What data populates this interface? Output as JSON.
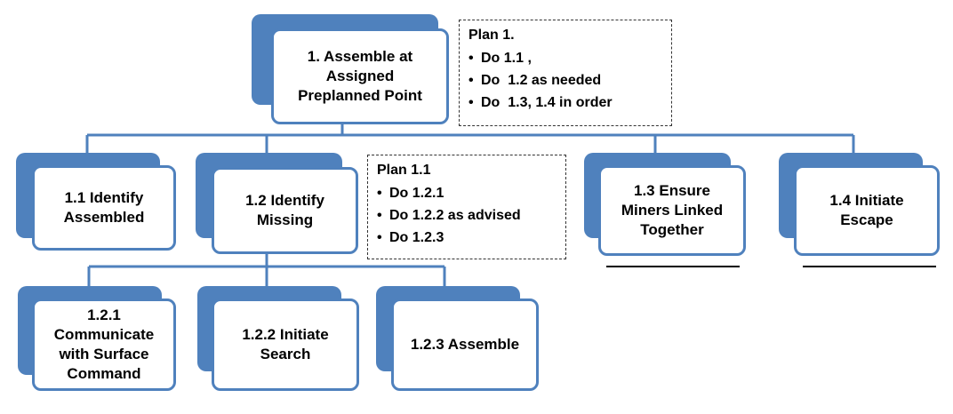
{
  "colors": {
    "box_border": "#4f81bd",
    "shadow": "#4f81bd",
    "connector": "#4f81bd"
  },
  "nodes": {
    "root": "1. Assemble at\nAssigned\nPreplanned Point",
    "n1_1": "1.1 Identify\nAssembled",
    "n1_2": "1.2 Identify\nMissing",
    "n1_3": "1.3 Ensure\nMiners Linked\nTogether",
    "n1_4": "1.4 Initiate\nEscape",
    "n1_2_1": "1.2.1\nCommunicate\nwith Surface\nCommand",
    "n1_2_2": "1.2.2 Initiate\nSearch",
    "n1_2_3": "1.2.3 Assemble"
  },
  "plans": {
    "plan1": {
      "title": "Plan 1.",
      "items": [
        "Do 1.1 ,",
        "Do  1.2 as needed",
        "Do  1.3, 1.4 in order"
      ]
    },
    "plan1_1": {
      "title": "Plan 1.1",
      "items": [
        "Do 1.2.1",
        "Do 1.2.2 as advised",
        "Do 1.2.3"
      ]
    }
  }
}
